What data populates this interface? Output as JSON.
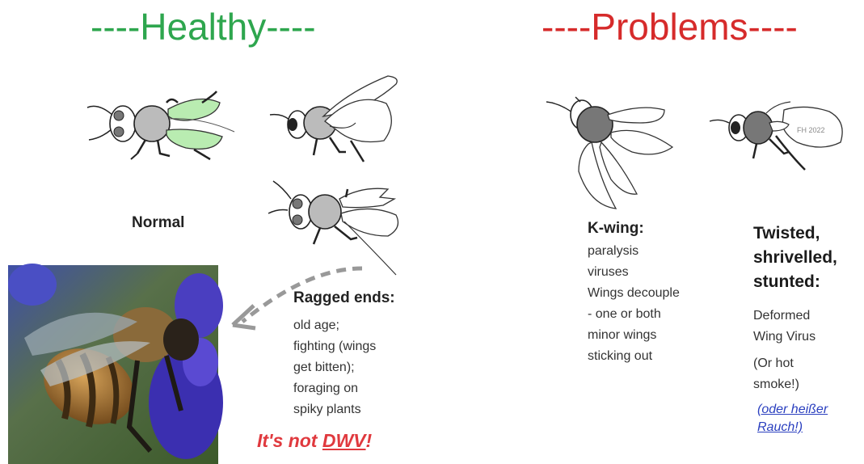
{
  "headings": {
    "healthy": "----Healthy----",
    "problems": "----Problems----"
  },
  "colors": {
    "healthy": "#2ea64e",
    "problems": "#d62b2b",
    "normal_wing_fill": "#b9ecb1",
    "not_dwv": "#e0393e",
    "german_text": "#2a3fbf"
  },
  "normal": {
    "label": "Normal"
  },
  "ragged": {
    "label": "Ragged ends:",
    "lines": [
      "old age;",
      "fighting (wings",
      "get bitten);",
      "foraging on",
      "spiky plants"
    ],
    "note_prefix": "It's not ",
    "note_emph": "DWV",
    "note_suffix": "!"
  },
  "kwing": {
    "label": "K-wing:",
    "lines": [
      "paralysis",
      "viruses",
      "Wings decouple",
      "- one or both",
      "minor wings",
      "sticking out"
    ]
  },
  "twisted": {
    "label_lines": [
      "Twisted,",
      "shrivelled,",
      "stunted:"
    ],
    "lines": [
      "Deformed",
      "Wing Virus"
    ],
    "aside_lines": [
      "(Or hot",
      "smoke!)"
    ],
    "german_lines": [
      "(oder heißer",
      "Rauch!)"
    ],
    "sketch_signature": "FH 2022"
  },
  "photo": {
    "icon": "bee-photo-icon"
  }
}
